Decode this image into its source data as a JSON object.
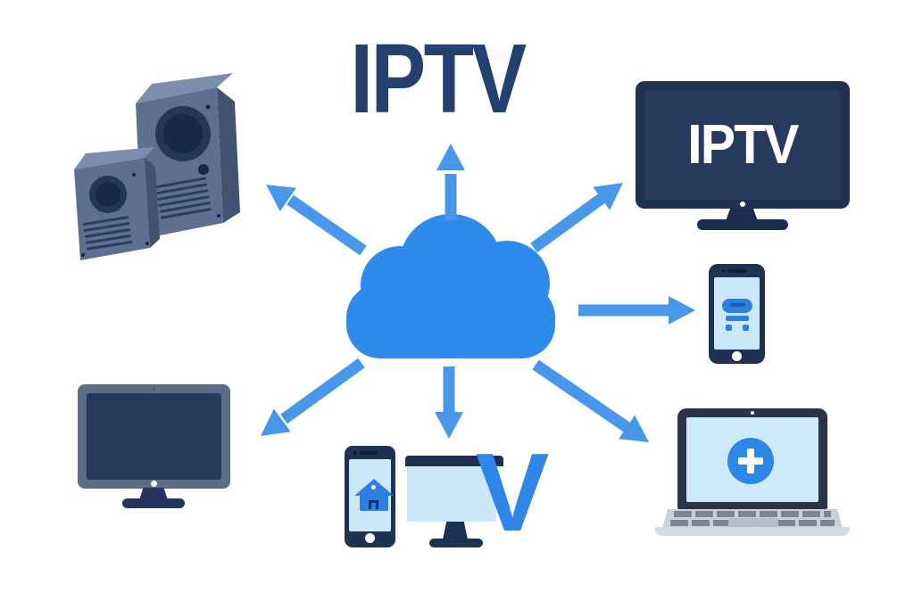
{
  "title": "IPTV",
  "tv": {
    "screen_label": "IPTV"
  },
  "cast_group": {
    "label": "V"
  },
  "nodes": {
    "center": "cloud",
    "top": "iptv-title",
    "top_left": "server-stack",
    "top_right": "tv-screen-iptv",
    "right": "smartphone-stream",
    "bottom_left": "desktop-monitor",
    "bottom_center": "phone-and-monitor-cast",
    "bottom_right": "laptop-plus"
  },
  "arrows": [
    "up",
    "upper-left",
    "upper-right",
    "right",
    "lower-left",
    "down",
    "lower-right"
  ],
  "colors": {
    "title_navy": "#24406f",
    "cloud_blue": "#2f8beb",
    "arrow_blue": "#4897ea",
    "accent_blue": "#2e7fe2",
    "v_blue": "#2e86e8",
    "device_navy": "#20324f",
    "tv_screen_navy": "#263a5e",
    "screen_light_blue": "#cbe9f8",
    "server_slate": "#5e6f91",
    "monitor_bezel_slate": "#5b6c86",
    "laptop_gray": "#c9d0d8",
    "label_white": "#ffffff"
  }
}
